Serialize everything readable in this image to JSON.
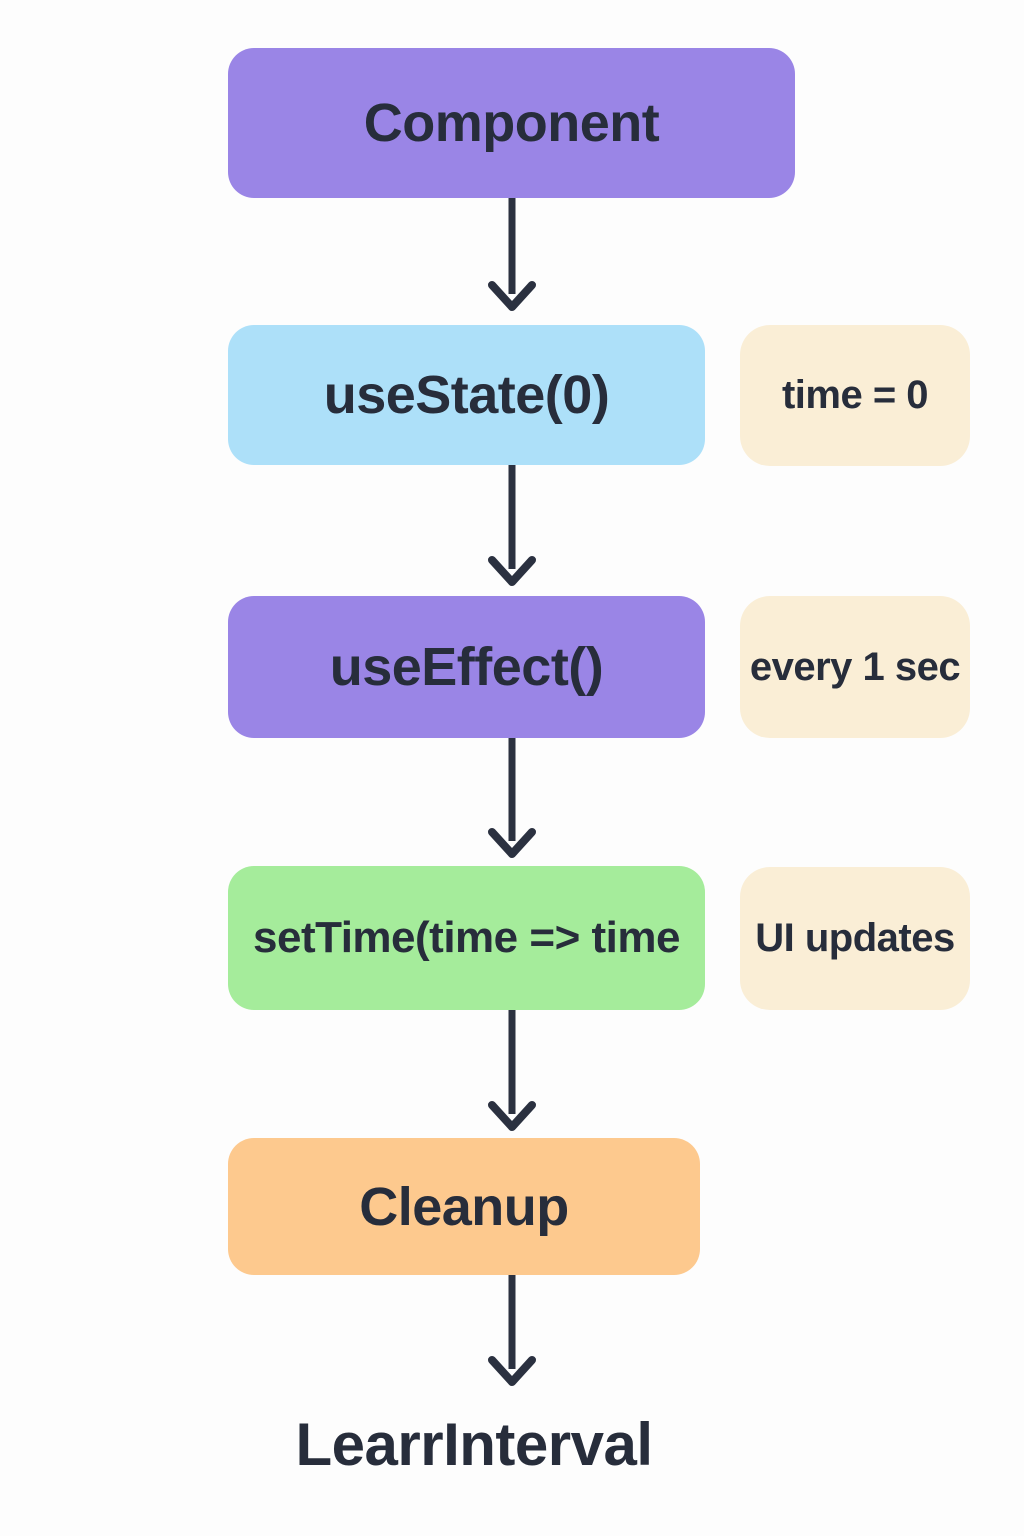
{
  "page": {
    "background": "#fdfdfd",
    "text_color": "#272D3B",
    "arrow_color": "#2B3140",
    "note_color": "#FAEED6"
  },
  "flow": {
    "nodes": [
      {
        "id": "component",
        "label": "Component",
        "color": "#9A85E6"
      },
      {
        "id": "use-state",
        "label": "useState(0)",
        "color": "#ADE0F9"
      },
      {
        "id": "use-effect",
        "label": "useEffect()",
        "color": "#9A85E6"
      },
      {
        "id": "set-time",
        "label": "setTime(time => time",
        "color": "#A5EC9B"
      },
      {
        "id": "cleanup",
        "label": "Cleanup",
        "color": "#FDC98E"
      }
    ],
    "notes": [
      {
        "for": "use-state",
        "label": "time = 0"
      },
      {
        "for": "use-effect",
        "label": "every 1 sec"
      },
      {
        "for": "set-time",
        "label": "UI updates"
      }
    ],
    "terminal_label": "LearrInterval"
  }
}
